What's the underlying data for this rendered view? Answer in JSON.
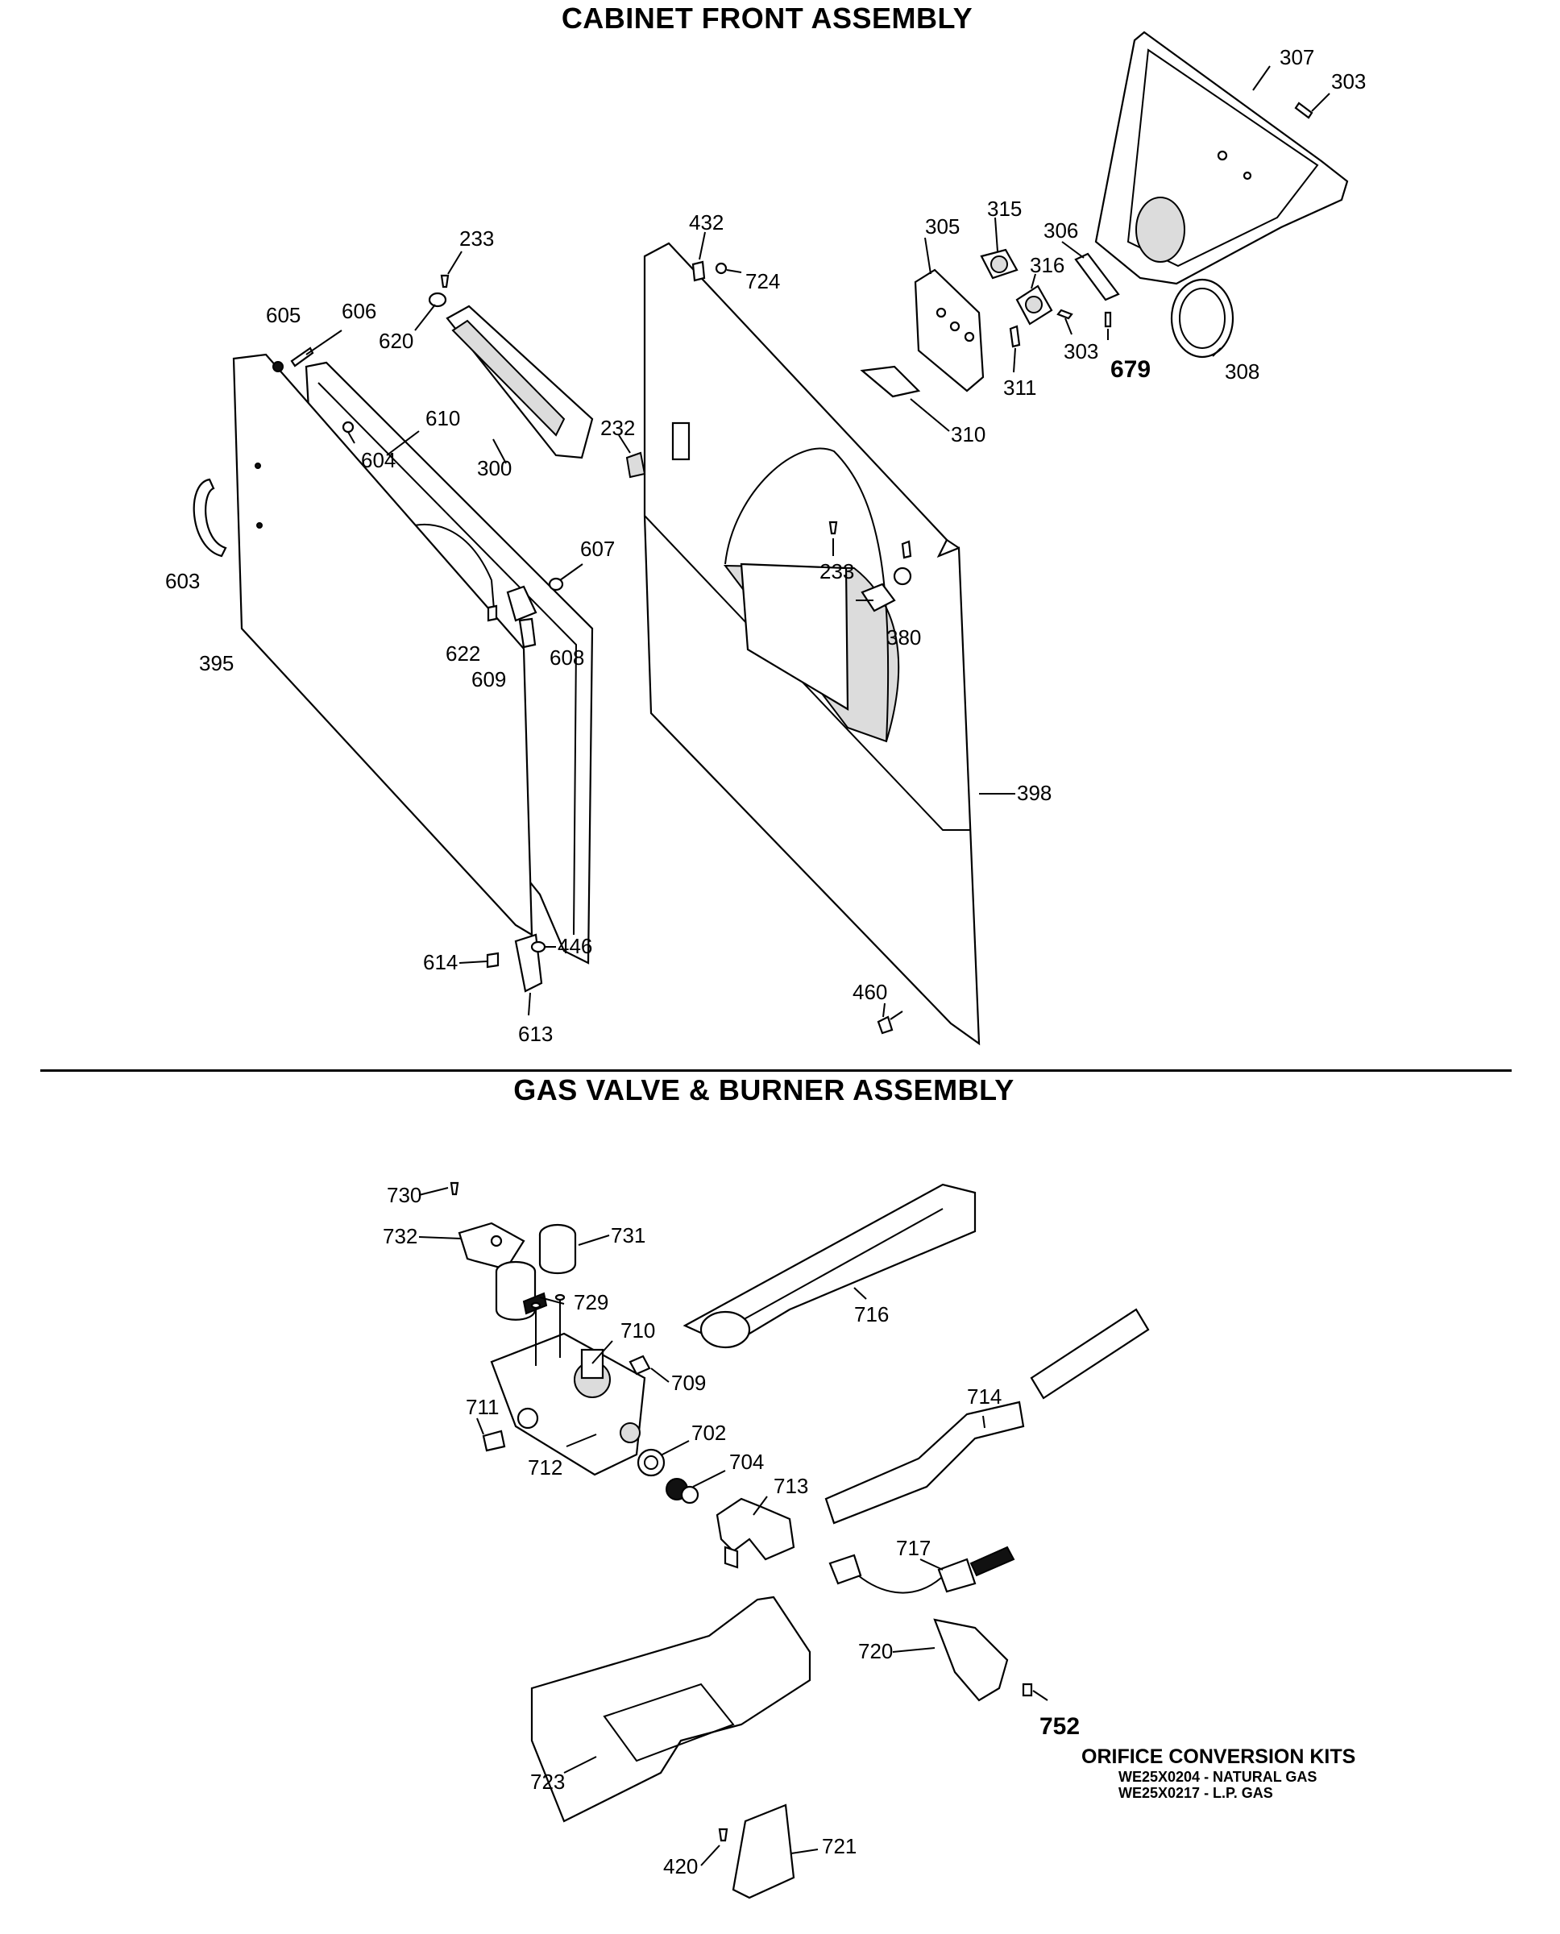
{
  "sections": {
    "cabinet_title": "CABINET FRONT ASSEMBLY",
    "gas_title": "GAS VALVE & BURNER ASSEMBLY"
  },
  "labels": {
    "p307": "307",
    "p303a": "303",
    "p432": "432",
    "p724": "724",
    "p305": "305",
    "p315": "315",
    "p306": "306",
    "p316": "316",
    "p303b": "303",
    "p679": "679",
    "p308": "308",
    "p311": "311",
    "p310": "310",
    "p233a": "233",
    "p605": "605",
    "p606": "606",
    "p620": "620",
    "p610": "610",
    "p300": "300",
    "p232": "232",
    "p604": "604",
    "p603": "603",
    "p607": "607",
    "p233b": "233",
    "p380": "380",
    "p622": "622",
    "p608": "608",
    "p609": "609",
    "p395": "395",
    "p398": "398",
    "p614": "614",
    "p446": "446",
    "p613": "613",
    "p460": "460",
    "p730": "730",
    "p732": "732",
    "p731": "731",
    "p729": "729",
    "p716": "716",
    "p710": "710",
    "p709": "709",
    "p711": "711",
    "p714": "714",
    "p702": "702",
    "p712": "712",
    "p704": "704",
    "p713": "713",
    "p717": "717",
    "p720": "720",
    "p752": "752",
    "p723": "723",
    "p721": "721",
    "p420": "420"
  },
  "orifice_kits": {
    "heading": "ORIFICE CONVERSION KITS",
    "natural_gas": "WE25X0204 - NATURAL GAS",
    "lp_gas": "WE25X0217 - L.P. GAS"
  }
}
